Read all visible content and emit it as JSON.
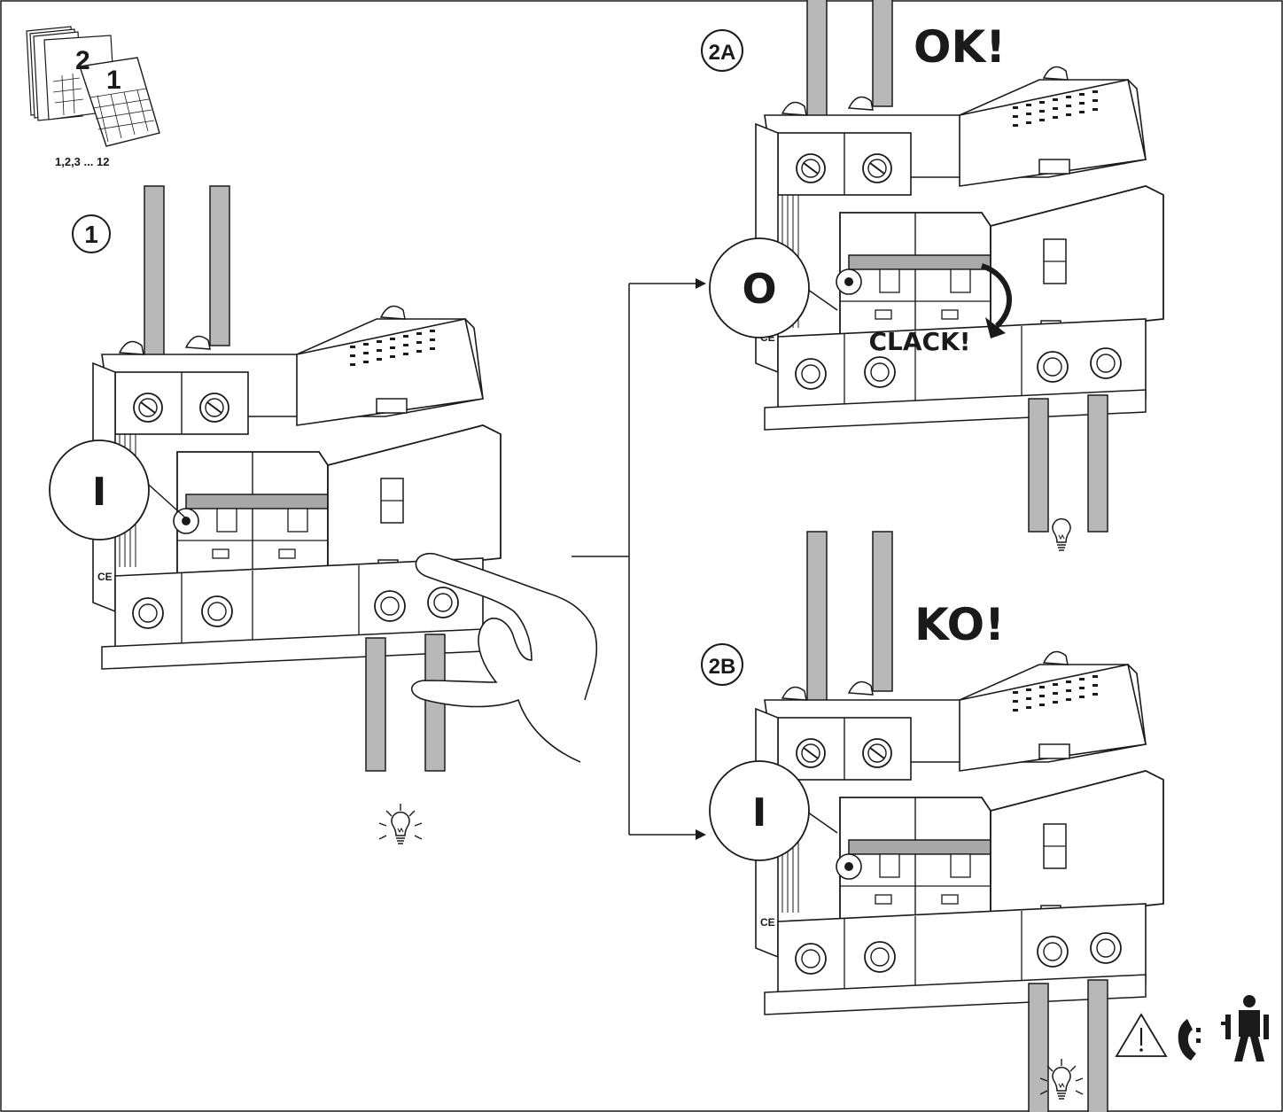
{
  "calendar": {
    "page_front": "1",
    "page_back": "2",
    "caption": "1,2,3 ... 12",
    "icon": "calendar-icon"
  },
  "steps": {
    "step1": "1",
    "step2a": "2A",
    "step2b": "2B"
  },
  "callouts": {
    "step1_state": "I",
    "step2a_state": "O",
    "step2b_state": "I"
  },
  "results": {
    "ok": "OK!",
    "ko": "KO!",
    "clack": "CLACK!"
  },
  "icons": {
    "lamp": "lamp-icon",
    "warning": "warning-triangle-icon",
    "phone": "phone-icon",
    "technician": "technician-icon"
  },
  "colors": {
    "line": "#1a1a1a",
    "cable": "#b8b8b8",
    "handle": "#a8a8a8",
    "body": "#ffffff"
  }
}
